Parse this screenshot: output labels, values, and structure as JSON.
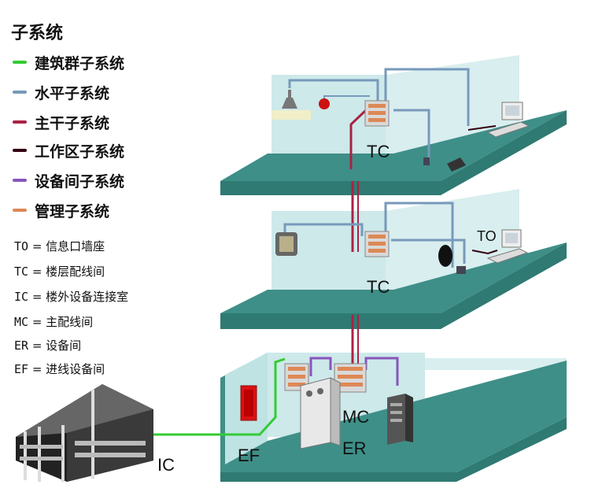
{
  "legend": {
    "title": "子系统",
    "items": [
      {
        "label": "建筑群子系统",
        "color": "#33cc33"
      },
      {
        "label": "水平子系统",
        "color": "#7799bb"
      },
      {
        "label": "主干子系统",
        "color": "#aa2244"
      },
      {
        "label": "工作区子系统",
        "color": "#330011"
      },
      {
        "label": "设备间子系统",
        "color": "#8855bb"
      },
      {
        "label": "管理子系统",
        "color": "#dd8855"
      }
    ]
  },
  "abbreviations": [
    {
      "code": "TO",
      "meaning": "信息口墙座"
    },
    {
      "code": "TC",
      "meaning": "楼层配线间"
    },
    {
      "code": "IC",
      "meaning": "楼外设备连接室"
    },
    {
      "code": "MC",
      "meaning": "主配线间"
    },
    {
      "code": "ER",
      "meaning": "设备间"
    },
    {
      "code": "EF",
      "meaning": "进线设备间"
    }
  ],
  "labels": {
    "tc_top": "TC",
    "tc_mid": "TC",
    "to_mid": "TO",
    "mc": "MC",
    "er": "ER",
    "ef": "EF",
    "ic": "IC"
  },
  "colors": {
    "floor": "#3e8f88",
    "wall": "#cde9ea",
    "campus": "#33cc33",
    "horizontal": "#7799bb",
    "backbone": "#aa2244",
    "equipment": "#8855bb",
    "patch": "#dd8855"
  }
}
